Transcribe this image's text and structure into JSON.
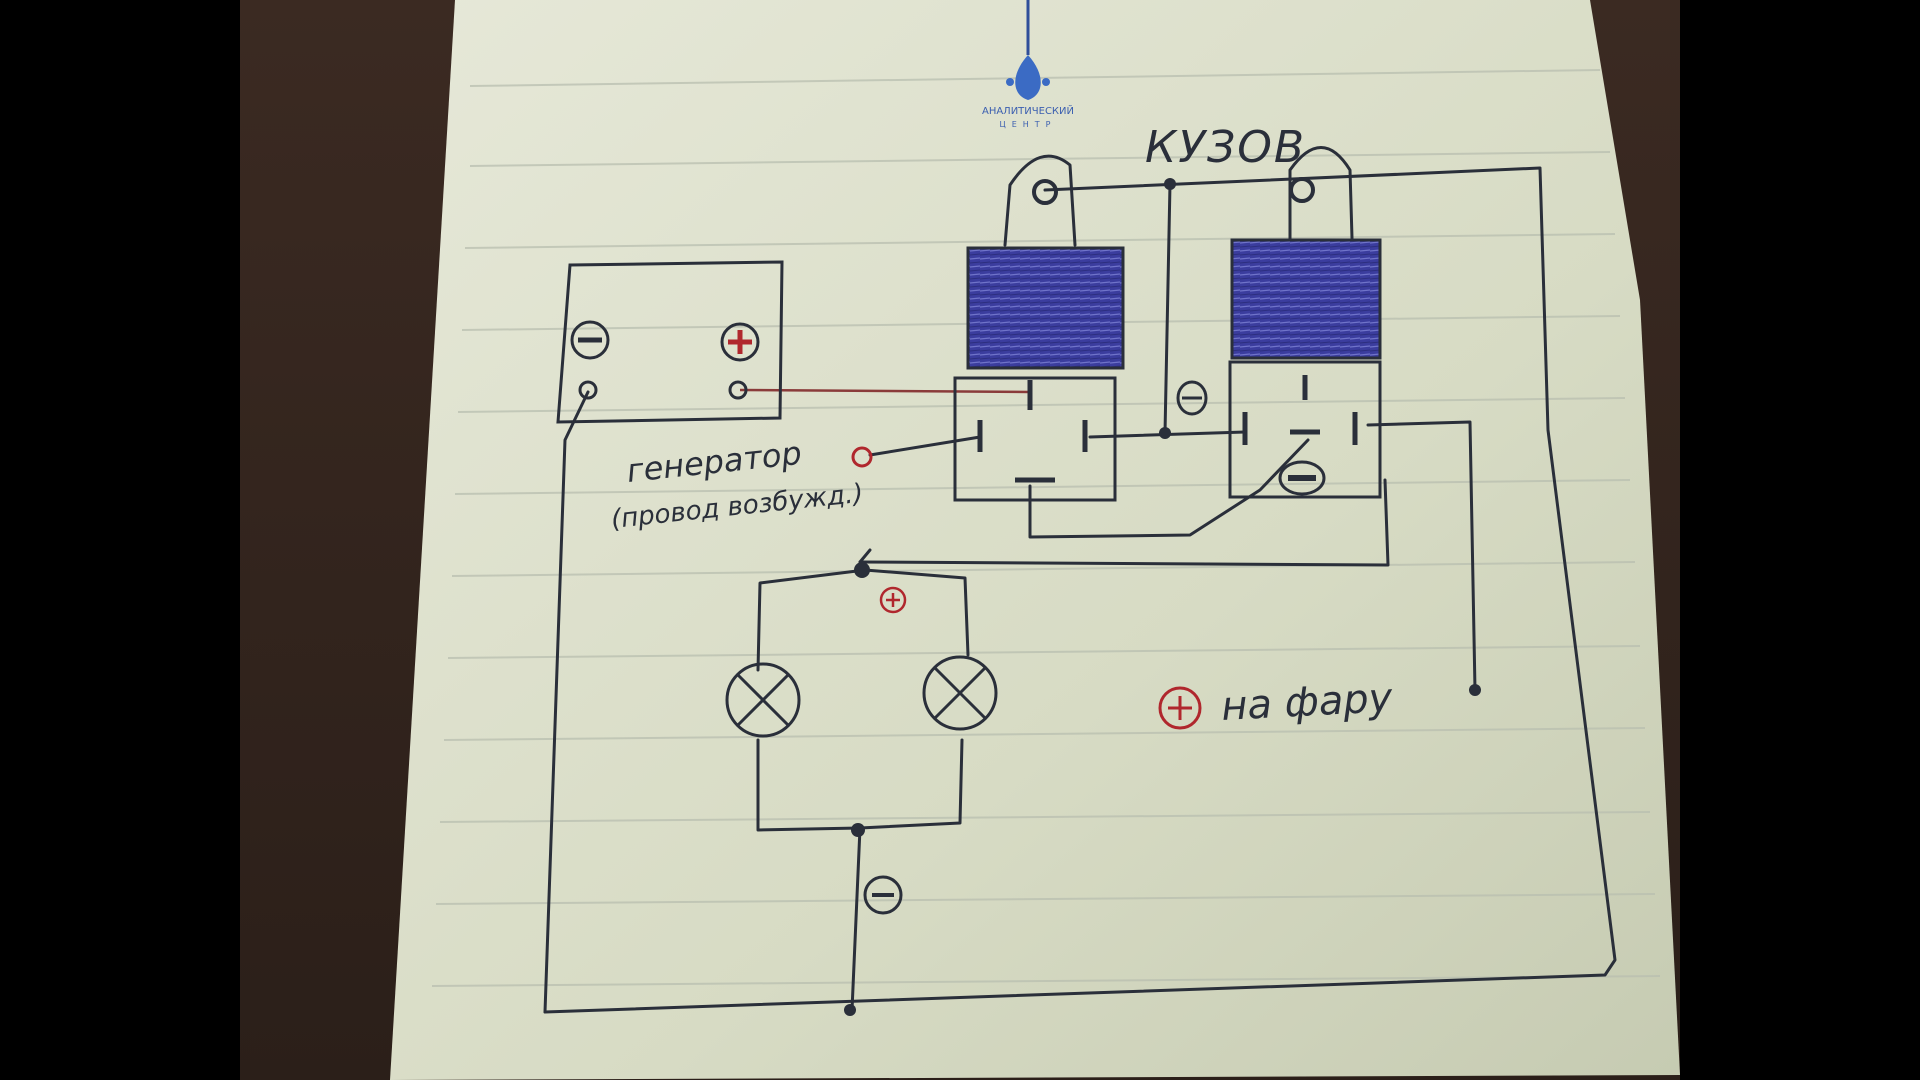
{
  "logo": {
    "line1": "АНАЛИТИЧЕСКИЙ",
    "line2": "ЦЕНТР"
  },
  "labels": {
    "body": "КУЗОВ",
    "generator": "генератор",
    "generator_note": "(провод возбужд.)",
    "headlight": "на фару"
  },
  "symbols": {
    "minus": "⊖",
    "plus": "⊕"
  },
  "colors": {
    "paper": "#d9dcc6",
    "ink": "#2a2f3a",
    "relay_coil": "#3b3d9e",
    "red_ink": "#b0272d"
  }
}
